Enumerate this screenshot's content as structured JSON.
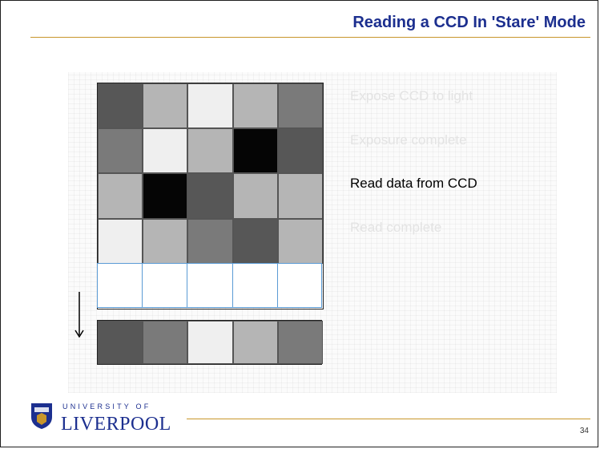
{
  "slide": {
    "title": "Reading a CCD In 'Stare' Mode",
    "page_number": "34"
  },
  "steps": [
    {
      "label": "Expose CCD to light",
      "color": "#e3e3e3"
    },
    {
      "label": "Exposure complete",
      "color": "#e3e3e3"
    },
    {
      "label": "Read data from CCD",
      "color": "#000000"
    },
    {
      "label": "Read complete",
      "color": "#e3e3e3"
    }
  ],
  "ccd_grid": {
    "rows": [
      [
        "#575757",
        "#b5b5b5",
        "#efefef",
        "#b5b5b5",
        "#7a7a7a"
      ],
      [
        "#7a7a7a",
        "#efefef",
        "#b5b5b5",
        "#050505",
        "#575757"
      ],
      [
        "#b5b5b5",
        "#050505",
        "#575757",
        "#b5b5b5",
        "#b5b5b5"
      ],
      [
        "#efefef",
        "#b5b5b5",
        "#7a7a7a",
        "#575757",
        "#b5b5b5"
      ]
    ],
    "empty_row_border_color": "#5b9bd5"
  },
  "readout_row": [
    "#575757",
    "#7a7a7a",
    "#efefef",
    "#b5b5b5",
    "#7a7a7a"
  ],
  "logo": {
    "university": "UNIVERSITY OF",
    "name": "LIVERPOOL"
  },
  "colors": {
    "title": "#1c2f8f",
    "rule": "#c8962a"
  }
}
